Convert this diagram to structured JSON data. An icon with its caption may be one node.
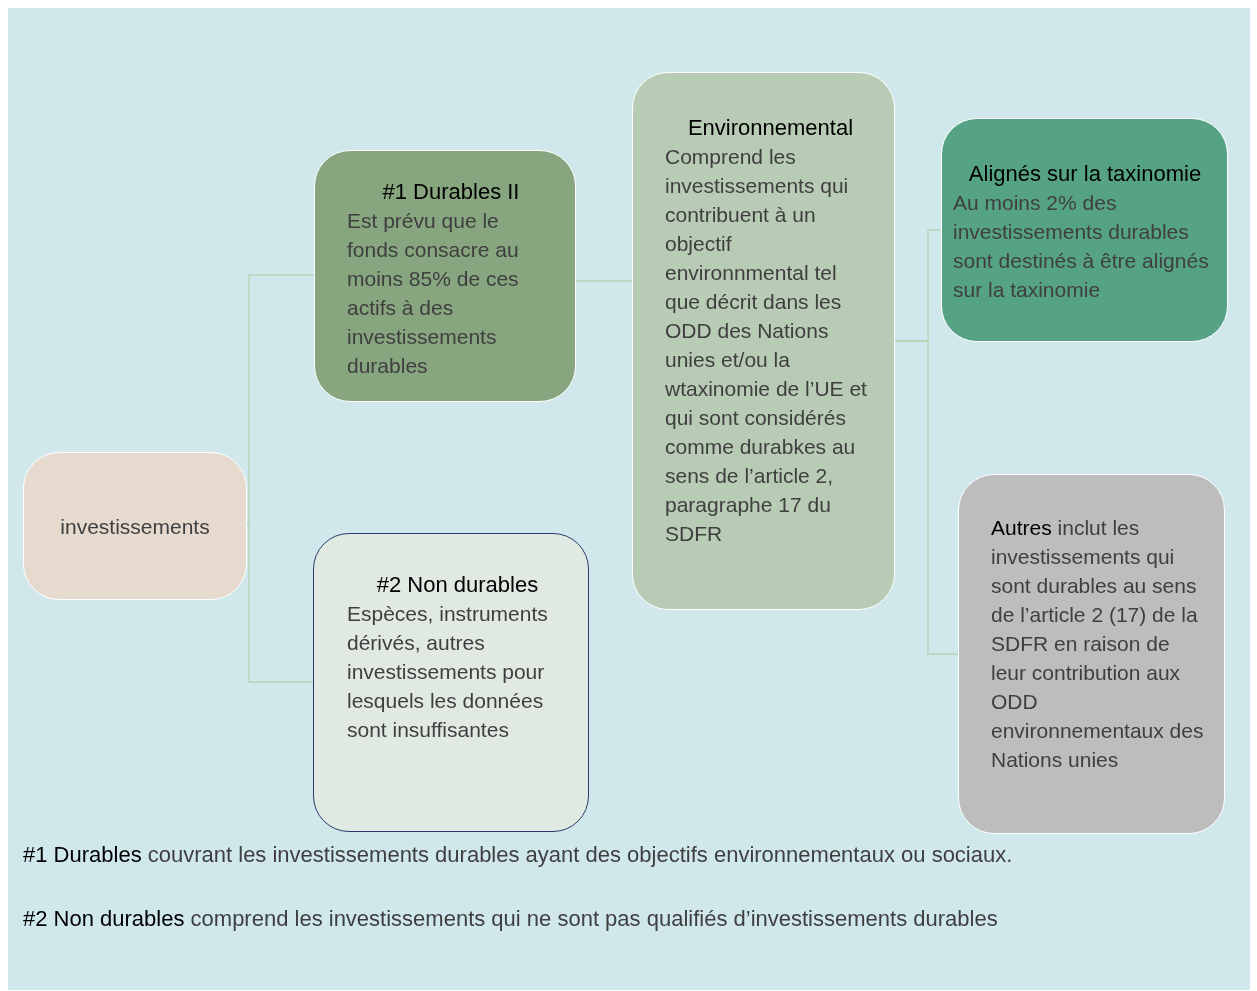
{
  "diagram": {
    "nodes": [
      {
        "text": [
          "investissements"
        ]
      },
      {
        "text": [
          "#1 Durables II",
          "Est prévu que le fonds consacre au moins 85% de ces actifs à des investissements durables"
        ]
      },
      {
        "text": [
          "#2 Non durables",
          "Espèces, instruments dérivés, autres investissements pour lesquels les données sont insuffisantes"
        ]
      },
      {
        "text": [
          "Environnemental",
          "Comprend les investissements qui contribuent à un objectif environnmental tel que décrit dans les ODD des Nations unies et/ou la wtaxinomie de l’UE et qui sont considérés comme durabkes au sens de l’article 2, paragraphe 17 du SDFR"
        ]
      },
      {
        "text": [
          "Alignés sur la taxinomie",
          "Au moins 2% des investissements durables sont destinés à être alignés sur la taxinomie"
        ]
      },
      {
        "text": [
          "**Autres** inclut les investissements qui sont durables au sens de l’article 2 (17) de la SDFR en raison de leur contribution aux ODD environnementaux des Nations unies"
        ]
      }
    ],
    "edges": [
      {
        "from": 0,
        "to": 1,
        "arrow": "none"
      },
      {
        "from": 0,
        "to": 2,
        "arrow": "none"
      },
      {
        "from": 1,
        "to": 3,
        "arrow": "none"
      },
      {
        "from": 3,
        "to": 4,
        "arrow": "none"
      },
      {
        "from": 3,
        "to": 5,
        "arrow": "none"
      }
    ],
    "labels": [
      "**#1 Durables** couvrant les investissements durables ayant des objectifs environnementaux ou sociaux.",
      "**#2 Non durables** comprend les investissements qui ne sont pas qualifiés d’investissements durables"
    ]
  }
}
